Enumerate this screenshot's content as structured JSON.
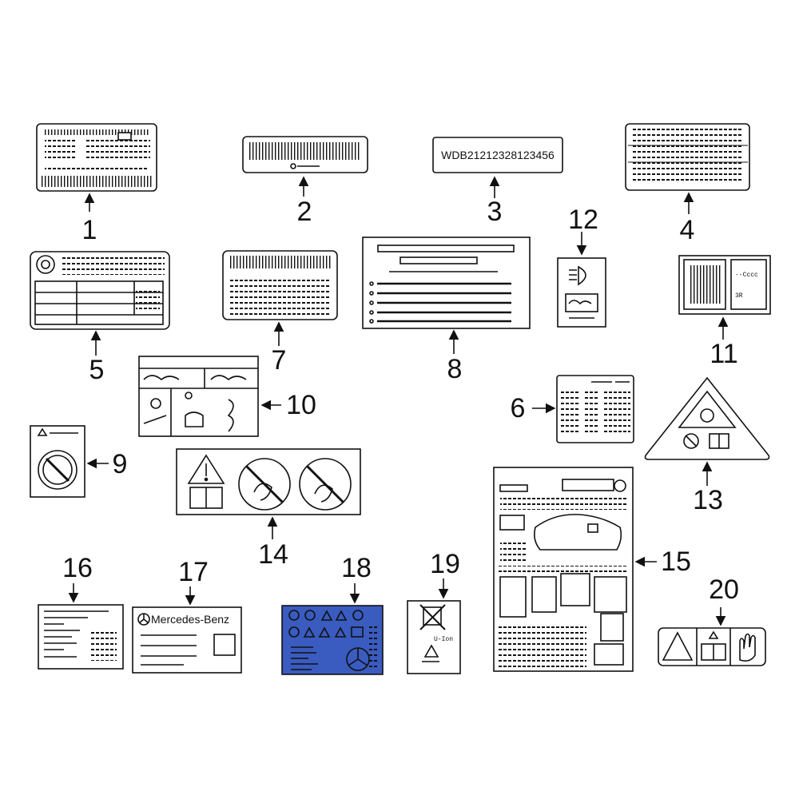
{
  "callouts": [
    "1",
    "2",
    "3",
    "4",
    "5",
    "6",
    "7",
    "8",
    "9",
    "10",
    "11",
    "12",
    "13",
    "14",
    "15",
    "16",
    "17",
    "18",
    "19",
    "20"
  ],
  "label3_vin": "WDB21212328123456",
  "label17_brand": "Mercedes-Benz",
  "label19_text": "U-Ion",
  "label11_text": "--Cccc",
  "label11_code": "3R",
  "colors": {
    "label18_fill": "#3a5bbf",
    "stroke": "#111111"
  }
}
